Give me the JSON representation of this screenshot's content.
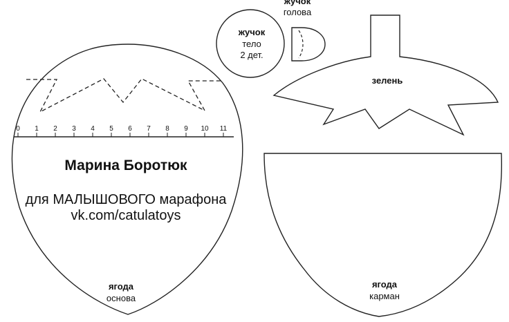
{
  "template_pieces": {
    "bug_head": {
      "name": "жучок",
      "detail": "голова"
    },
    "bug_body": {
      "name": "жучок",
      "detail": "тело",
      "count": "2 дет."
    },
    "greens": {
      "name": "зелень"
    },
    "berry_base": {
      "name": "ягода",
      "detail": "основа"
    },
    "berry_pocket": {
      "name": "ягода",
      "detail": "карман"
    }
  },
  "ruler": {
    "ticks": [
      "0",
      "1",
      "2",
      "3",
      "4",
      "5",
      "6",
      "7",
      "8",
      "9",
      "10",
      "11"
    ]
  },
  "credits": {
    "author": "Марина Боротюк",
    "line1": "для МАЛЫШОВОГО марафона",
    "line2": "vk.com/catulatoys"
  },
  "colors": {
    "line": "#222222",
    "background": "#ffffff"
  }
}
